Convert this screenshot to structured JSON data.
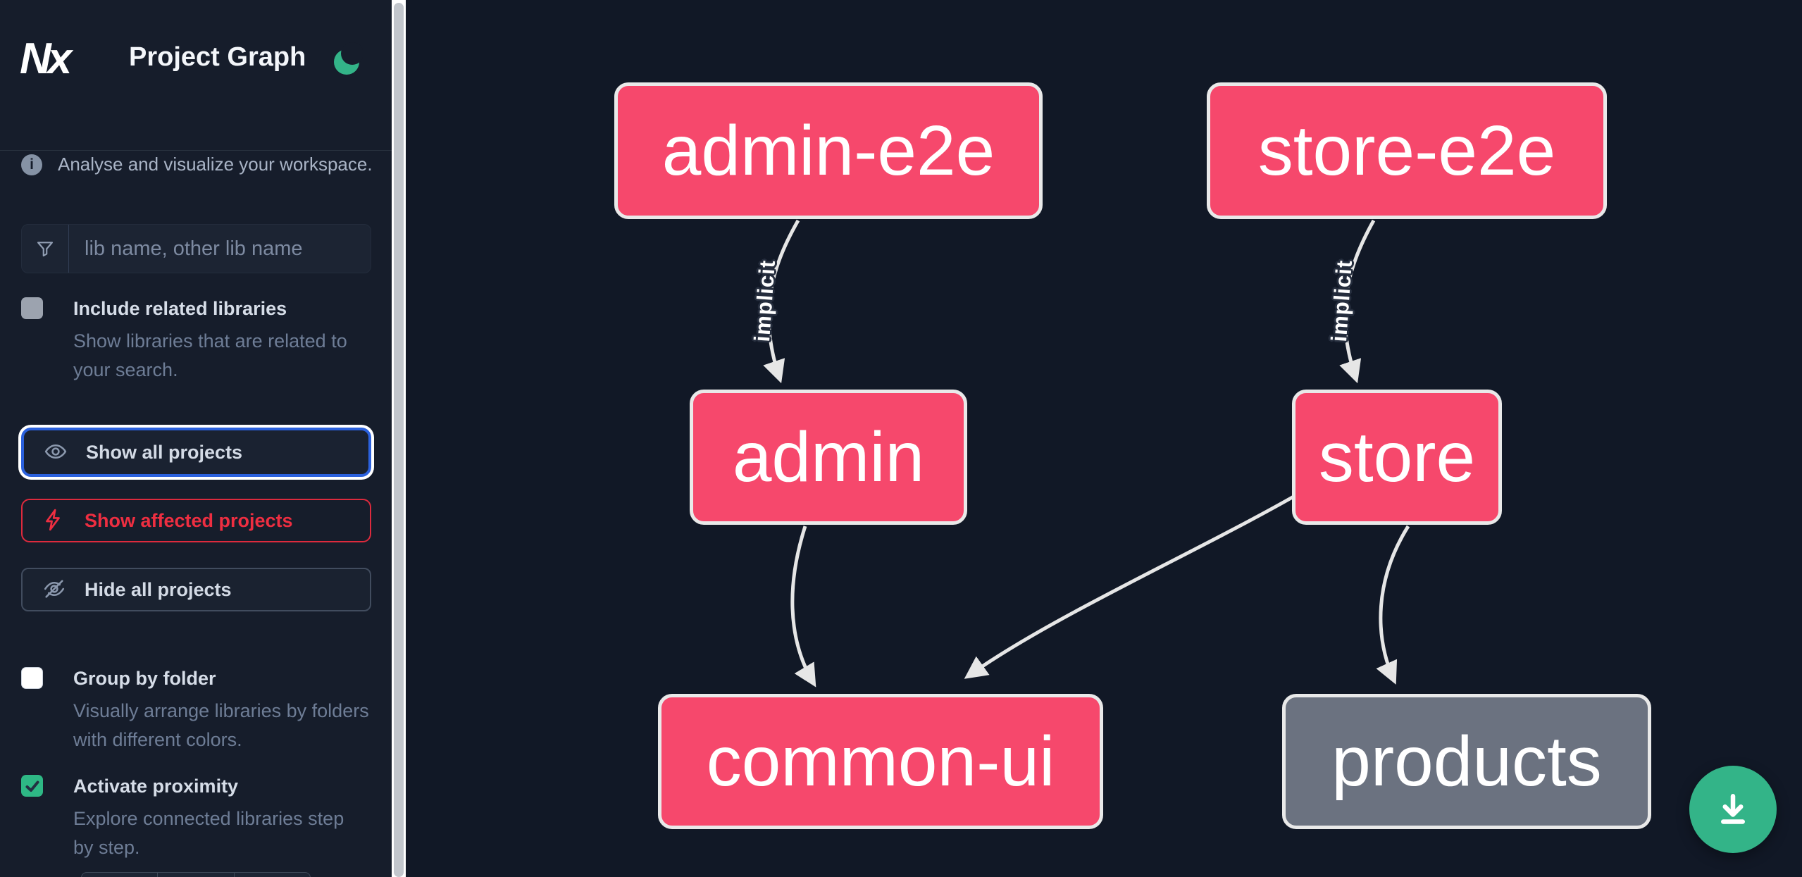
{
  "app": {
    "logo_text": "Nx",
    "title": "Project Graph",
    "theme_icon": "moon-icon"
  },
  "sidebar": {
    "tagline": "Analyse and visualize your workspace.",
    "search": {
      "placeholder": "lib name, other lib name",
      "value": "",
      "icon": "filter-funnel-icon"
    },
    "checkboxes": [
      {
        "label": "Include related libraries",
        "description": "Show libraries that are related to your search.",
        "checked": false,
        "style": "disabled-gray"
      },
      {
        "label": "Group by folder",
        "description": "Visually arrange libraries by folders with different colors.",
        "checked": false,
        "style": "white"
      },
      {
        "label": "Activate proximity",
        "description": "Explore connected libraries step by step.",
        "checked": true,
        "style": "green-checked"
      }
    ],
    "buttons": [
      {
        "label": "Show all projects",
        "icon": "eye-icon",
        "state": "focused-blue-ring"
      },
      {
        "label": "Show affected projects",
        "icon": "bolt-icon",
        "state": "danger-outline"
      },
      {
        "label": "Hide all projects",
        "icon": "eye-off-icon",
        "state": "default"
      }
    ]
  },
  "graph": {
    "nodes": [
      {
        "id": "admin-e2e",
        "label": "admin-e2e",
        "color": "pink"
      },
      {
        "id": "store-e2e",
        "label": "store-e2e",
        "color": "pink"
      },
      {
        "id": "admin",
        "label": "admin",
        "color": "pink"
      },
      {
        "id": "store",
        "label": "store",
        "color": "pink"
      },
      {
        "id": "common-ui",
        "label": "common-ui",
        "color": "pink"
      },
      {
        "id": "products",
        "label": "products",
        "color": "gray"
      }
    ],
    "edges": [
      {
        "source": "admin-e2e",
        "target": "admin",
        "label": "implicit"
      },
      {
        "source": "store-e2e",
        "target": "store",
        "label": "implicit"
      },
      {
        "source": "admin",
        "target": "common-ui",
        "label": ""
      },
      {
        "source": "store",
        "target": "common-ui",
        "label": ""
      },
      {
        "source": "store",
        "target": "products",
        "label": ""
      }
    ]
  },
  "actions": {
    "download_icon": "download-icon"
  },
  "colors": {
    "sidebar_bg": "#161d2b",
    "canvas_bg": "#111826",
    "node_pink": "#f6486c",
    "node_gray": "#6b7280",
    "node_border": "#e9e9e9",
    "edge": "#e6e6e6",
    "accent_green": "#33b488",
    "focus_blue": "#2b61dd",
    "danger_red": "#ee2e41",
    "scroll_thumb": "#c2c6cc"
  }
}
